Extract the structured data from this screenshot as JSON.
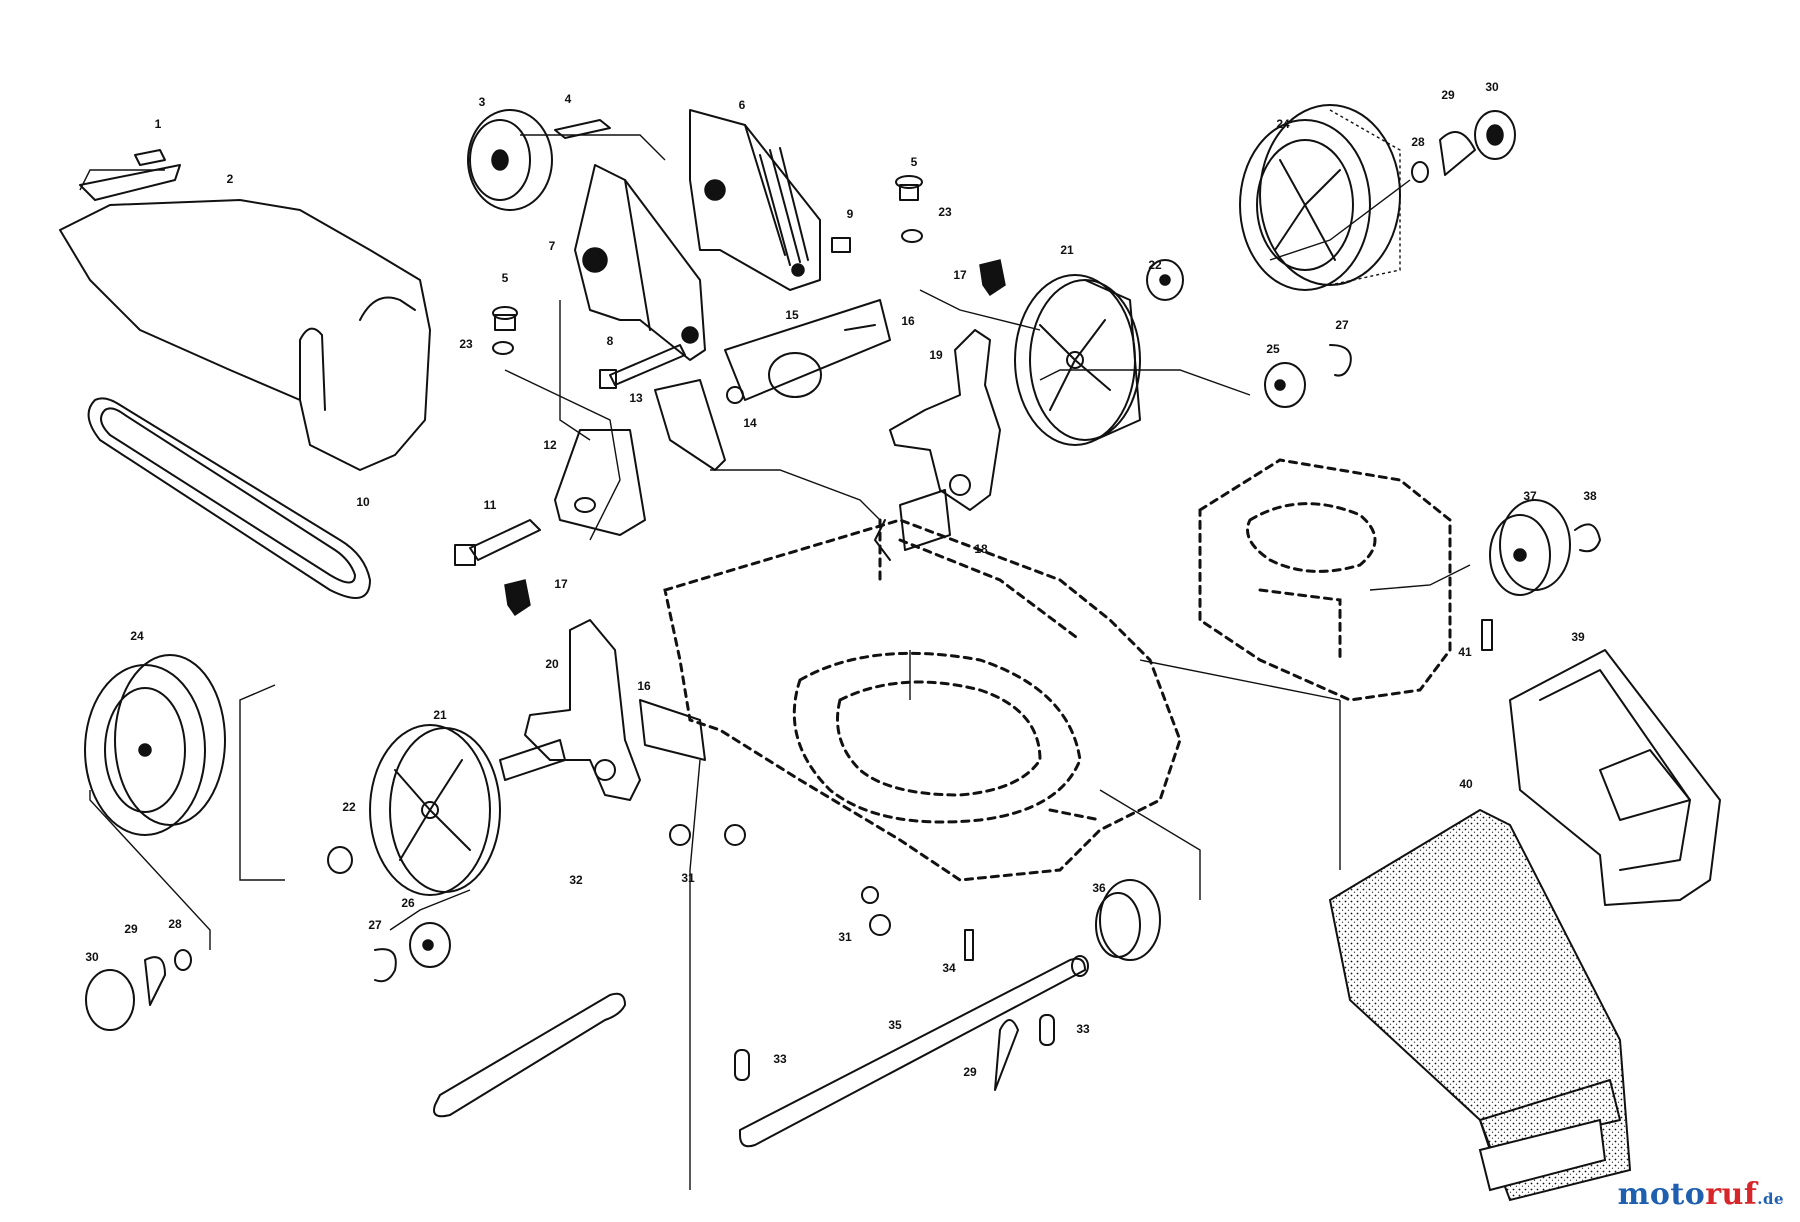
{
  "diagram": {
    "part_labels": [
      {
        "id": "p1",
        "text": "1"
      },
      {
        "id": "p2",
        "text": "2"
      },
      {
        "id": "p3",
        "text": "3"
      },
      {
        "id": "p4",
        "text": "4"
      },
      {
        "id": "p5a",
        "text": "5"
      },
      {
        "id": "p5b",
        "text": "5"
      },
      {
        "id": "p6",
        "text": "6"
      },
      {
        "id": "p7",
        "text": "7"
      },
      {
        "id": "p8",
        "text": "8"
      },
      {
        "id": "p9",
        "text": "9"
      },
      {
        "id": "p10",
        "text": "10"
      },
      {
        "id": "p11",
        "text": "11"
      },
      {
        "id": "p12",
        "text": "12"
      },
      {
        "id": "p13",
        "text": "13"
      },
      {
        "id": "p14",
        "text": "14"
      },
      {
        "id": "p15",
        "text": "15"
      },
      {
        "id": "p16a",
        "text": "16"
      },
      {
        "id": "p16b",
        "text": "16"
      },
      {
        "id": "p17a",
        "text": "17"
      },
      {
        "id": "p17b",
        "text": "17"
      },
      {
        "id": "p18",
        "text": "18"
      },
      {
        "id": "p19",
        "text": "19"
      },
      {
        "id": "p20",
        "text": "20"
      },
      {
        "id": "p21a",
        "text": "21"
      },
      {
        "id": "p21b",
        "text": "21"
      },
      {
        "id": "p22a",
        "text": "22"
      },
      {
        "id": "p22b",
        "text": "22"
      },
      {
        "id": "p23a",
        "text": "23"
      },
      {
        "id": "p23b",
        "text": "23"
      },
      {
        "id": "p24a",
        "text": "24"
      },
      {
        "id": "p24b",
        "text": "24"
      },
      {
        "id": "p25",
        "text": "25"
      },
      {
        "id": "p26",
        "text": "26"
      },
      {
        "id": "p27a",
        "text": "27"
      },
      {
        "id": "p27b",
        "text": "27"
      },
      {
        "id": "p28a",
        "text": "28"
      },
      {
        "id": "p28b",
        "text": "28"
      },
      {
        "id": "p29a",
        "text": "29"
      },
      {
        "id": "p29b",
        "text": "29"
      },
      {
        "id": "p29c",
        "text": "29"
      },
      {
        "id": "p30a",
        "text": "30"
      },
      {
        "id": "p30b",
        "text": "30"
      },
      {
        "id": "p31a",
        "text": "31"
      },
      {
        "id": "p31b",
        "text": "31"
      },
      {
        "id": "p32",
        "text": "32"
      },
      {
        "id": "p33a",
        "text": "33"
      },
      {
        "id": "p33b",
        "text": "33"
      },
      {
        "id": "p34",
        "text": "34"
      },
      {
        "id": "p35",
        "text": "35"
      },
      {
        "id": "p36",
        "text": "36"
      },
      {
        "id": "p37",
        "text": "37"
      },
      {
        "id": "p38",
        "text": "38"
      },
      {
        "id": "p39",
        "text": "39"
      },
      {
        "id": "p40",
        "text": "40"
      },
      {
        "id": "p41",
        "text": "41"
      }
    ]
  },
  "watermark": {
    "part_a": "moto",
    "part_b": "ruf",
    "part_c": ".de"
  }
}
